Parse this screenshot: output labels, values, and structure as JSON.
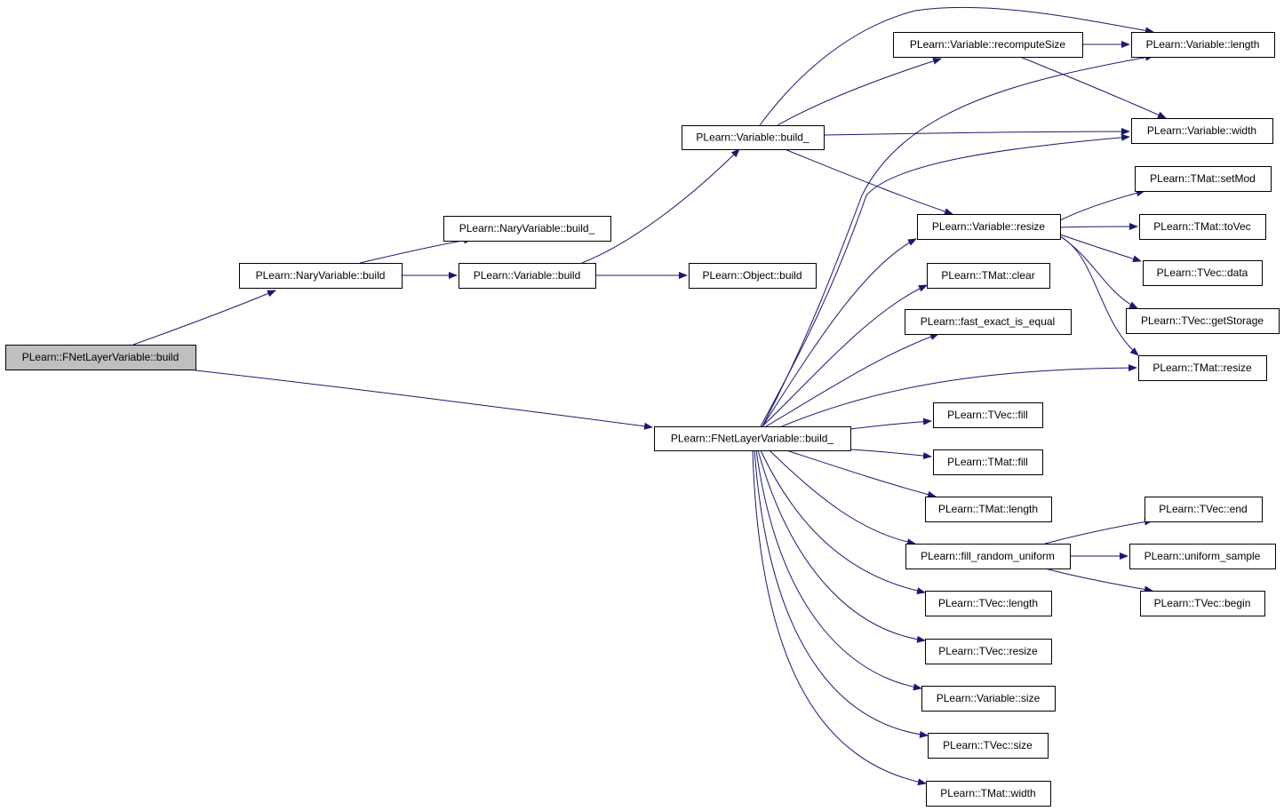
{
  "colors": {
    "edge": "#191970",
    "root_fill": "#bfbfbf",
    "node_fill": "#ffffff",
    "node_border": "#000000"
  },
  "nodes": [
    {
      "id": "fnet_build",
      "label": "PLearn::FNetLayerVariable::build",
      "root": true
    },
    {
      "id": "nary_build",
      "label": "PLearn::NaryVariable::build"
    },
    {
      "id": "nary_build_",
      "label": "PLearn::NaryVariable::build_"
    },
    {
      "id": "var_build",
      "label": "PLearn::Variable::build"
    },
    {
      "id": "obj_build",
      "label": "PLearn::Object::build"
    },
    {
      "id": "var_build_",
      "label": "PLearn::Variable::build_"
    },
    {
      "id": "var_recompute",
      "label": "PLearn::Variable::recomputeSize"
    },
    {
      "id": "var_length",
      "label": "PLearn::Variable::length"
    },
    {
      "id": "var_width",
      "label": "PLearn::Variable::width"
    },
    {
      "id": "var_resize",
      "label": "PLearn::Variable::resize"
    },
    {
      "id": "tmat_setmod",
      "label": "PLearn::TMat::setMod"
    },
    {
      "id": "tmat_tovec",
      "label": "PLearn::TMat::toVec"
    },
    {
      "id": "tvec_data",
      "label": "PLearn::TVec::data"
    },
    {
      "id": "tvec_getstorage",
      "label": "PLearn::TVec::getStorage"
    },
    {
      "id": "tmat_resize",
      "label": "PLearn::TMat::resize"
    },
    {
      "id": "tmat_clear",
      "label": "PLearn::TMat::clear"
    },
    {
      "id": "fast_exact",
      "label": "PLearn::fast_exact_is_equal"
    },
    {
      "id": "fnet_build_",
      "label": "PLearn::FNetLayerVariable::build_"
    },
    {
      "id": "tvec_fill",
      "label": "PLearn::TVec::fill"
    },
    {
      "id": "tmat_fill",
      "label": "PLearn::TMat::fill"
    },
    {
      "id": "tmat_length",
      "label": "PLearn::TMat::length"
    },
    {
      "id": "fill_random",
      "label": "PLearn::fill_random_uniform"
    },
    {
      "id": "tvec_end",
      "label": "PLearn::TVec::end"
    },
    {
      "id": "uniform_sample",
      "label": "PLearn::uniform_sample"
    },
    {
      "id": "tvec_begin",
      "label": "PLearn::TVec::begin"
    },
    {
      "id": "tvec_length",
      "label": "PLearn::TVec::length"
    },
    {
      "id": "tvec_resize",
      "label": "PLearn::TVec::resize"
    },
    {
      "id": "var_size",
      "label": "PLearn::Variable::size"
    },
    {
      "id": "tvec_size",
      "label": "PLearn::TVec::size"
    },
    {
      "id": "tmat_width",
      "label": "PLearn::TMat::width"
    }
  ],
  "edges": [
    {
      "from": "fnet_build",
      "to": "nary_build"
    },
    {
      "from": "fnet_build",
      "to": "fnet_build_"
    },
    {
      "from": "nary_build",
      "to": "nary_build_"
    },
    {
      "from": "nary_build",
      "to": "var_build"
    },
    {
      "from": "var_build",
      "to": "obj_build"
    },
    {
      "from": "var_build",
      "to": "var_build_"
    },
    {
      "from": "var_build_",
      "to": "var_recompute"
    },
    {
      "from": "var_build_",
      "to": "var_length"
    },
    {
      "from": "var_build_",
      "to": "var_width"
    },
    {
      "from": "var_build_",
      "to": "var_resize"
    },
    {
      "from": "var_recompute",
      "to": "var_length"
    },
    {
      "from": "var_recompute",
      "to": "var_width"
    },
    {
      "from": "var_resize",
      "to": "tmat_setmod"
    },
    {
      "from": "var_resize",
      "to": "tmat_tovec"
    },
    {
      "from": "var_resize",
      "to": "tvec_data"
    },
    {
      "from": "var_resize",
      "to": "tvec_getstorage"
    },
    {
      "from": "var_resize",
      "to": "tmat_resize"
    },
    {
      "from": "fnet_build_",
      "to": "var_length"
    },
    {
      "from": "fnet_build_",
      "to": "var_width"
    },
    {
      "from": "fnet_build_",
      "to": "var_resize"
    },
    {
      "from": "fnet_build_",
      "to": "tmat_clear"
    },
    {
      "from": "fnet_build_",
      "to": "fast_exact"
    },
    {
      "from": "fnet_build_",
      "to": "tmat_resize"
    },
    {
      "from": "fnet_build_",
      "to": "tvec_fill"
    },
    {
      "from": "fnet_build_",
      "to": "tmat_fill"
    },
    {
      "from": "fnet_build_",
      "to": "tmat_length"
    },
    {
      "from": "fnet_build_",
      "to": "fill_random"
    },
    {
      "from": "fnet_build_",
      "to": "tvec_length"
    },
    {
      "from": "fnet_build_",
      "to": "tvec_resize"
    },
    {
      "from": "fnet_build_",
      "to": "var_size"
    },
    {
      "from": "fnet_build_",
      "to": "tvec_size"
    },
    {
      "from": "fnet_build_",
      "to": "tmat_width"
    },
    {
      "from": "fill_random",
      "to": "tvec_end"
    },
    {
      "from": "fill_random",
      "to": "uniform_sample"
    },
    {
      "from": "fill_random",
      "to": "tvec_begin"
    }
  ]
}
